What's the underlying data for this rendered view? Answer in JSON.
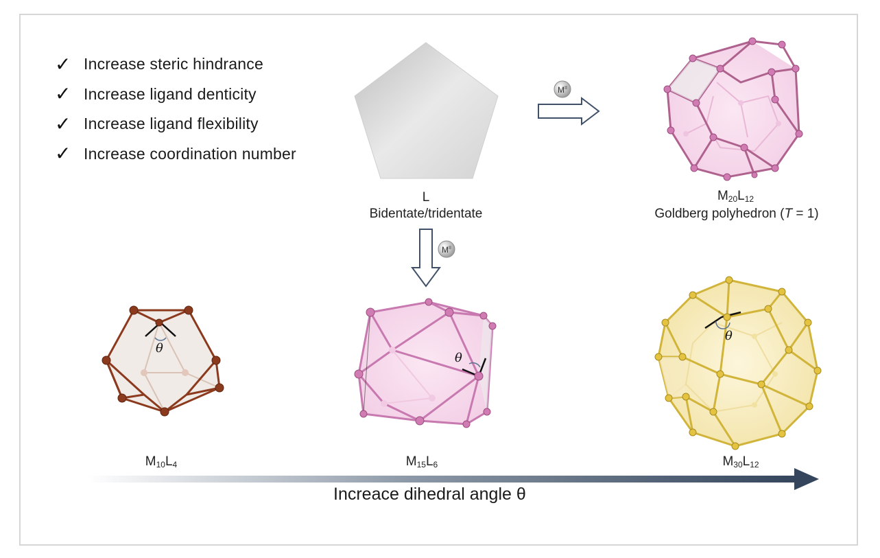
{
  "checklist": [
    "Increase steric hindrance",
    "Increase ligand denticity",
    "Increase ligand flexibility",
    "Increase coordination number"
  ],
  "check_glyph": "✓",
  "ligand": {
    "symbol": "L",
    "type": "Bidentate/tridentate"
  },
  "metal_badge": {
    "base": "M",
    "sup": "II"
  },
  "structures": {
    "top_right": {
      "m": "M",
      "m_sub": "20",
      "l": "L",
      "l_sub": "12",
      "name_pre": "Goldberg polyhedron (",
      "name_t": "T",
      "name_post": " = 1)"
    },
    "bottom_left": {
      "m": "M",
      "m_sub": "10",
      "l": "L",
      "l_sub": "4"
    },
    "bottom_middle": {
      "m": "M",
      "m_sub": "15",
      "l": "L",
      "l_sub": "6"
    },
    "bottom_right": {
      "m": "M",
      "m_sub": "30",
      "l": "L",
      "l_sub": "12"
    }
  },
  "angle_symbol": "θ",
  "bottom_arrow_caption": "Increace dihedral angle θ",
  "colors": {
    "brown": "#8b3a1e",
    "pink": "#c779b0",
    "gold": "#d9be45",
    "arrow_dark": "#34455c"
  },
  "icons": [
    "check-icon",
    "pentagon-ligand-icon",
    "right-arrow-icon",
    "down-arrow-icon",
    "metal-ion-icon"
  ]
}
